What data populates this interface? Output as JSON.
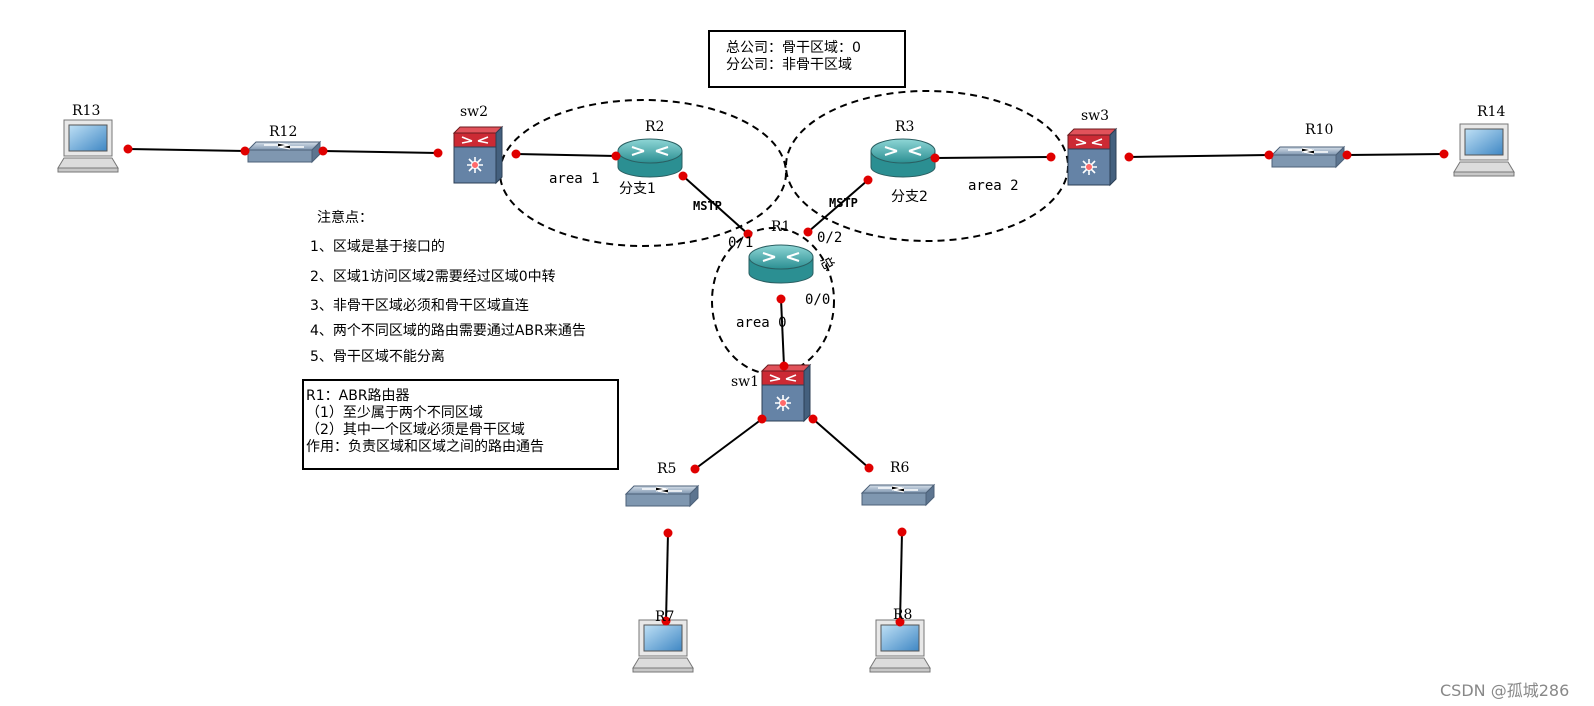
{
  "nodes": {
    "R13": "R13",
    "R12": "R12",
    "sw2": "sw2",
    "R2": "R2",
    "R3": "R3",
    "sw3": "sw3",
    "R10": "R10",
    "R14": "R14",
    "R1": "R1",
    "sw1": "sw1",
    "R5": "R5",
    "R6": "R6",
    "R7": "R7",
    "R8": "R8"
  },
  "areas": {
    "area1": "area 1",
    "area2": "area 2",
    "area0": "area 0"
  },
  "interfaces": {
    "if01": "0/1",
    "if02": "0/2",
    "if00": "0/0",
    "side": "总"
  },
  "link_labels": {
    "mstp_left": "MSTP",
    "mstp_right": "MSTP",
    "branch1": "分支1",
    "branch2": "分支2"
  },
  "hq_box": {
    "line1": "总公司：骨干区域：0",
    "line2": "分公司：非骨干区域"
  },
  "notes": {
    "title": "注意点：",
    "items": [
      "1、区域是基于接口的",
      "2、区域1访问区域2需要经过区域0中转",
      "3、非骨干区域必须和骨干区域直连",
      "4、两个不同区域的路由需要通过ABR来通告",
      "5、骨干区域不能分离"
    ]
  },
  "abr_box": {
    "lines": [
      "R1：ABR路由器",
      "（1）至少属于两个不同区域",
      "（2）其中一个区域必须是骨干区域",
      "作用：负责区域和区域之间的路由通告"
    ]
  },
  "watermark": "CSDN @孤城286",
  "colors": {
    "router": "#3aa6a6",
    "l3switch_top": "#d0303a",
    "l3switch_body": "#5f7fa0",
    "switch": "#8aa2ba",
    "dot": "#e00000"
  }
}
